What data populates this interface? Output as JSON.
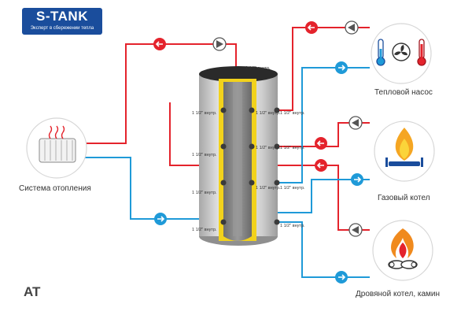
{
  "brand": {
    "name": "S-TANK",
    "tagline": "Эксперт в сбережении тепла"
  },
  "labels": {
    "heating_system": "Система отопления",
    "heat_pump": "Тепловой насос",
    "gas_boiler": "Газовый котел",
    "wood_boiler": "Дровяной котел, камин",
    "model": "AT"
  },
  "ports": {
    "top": "1 1/2\" внутр.",
    "side": "1 1/2\" внутр."
  },
  "colors": {
    "hot": "#e4232c",
    "cold": "#1f9ad8",
    "brand": "#1a4d9c"
  },
  "icons": [
    "radiator-icon",
    "thermometer-icon",
    "fan-icon",
    "flame-icon",
    "burner-icon",
    "fire-wood-icon",
    "pump-icon"
  ]
}
